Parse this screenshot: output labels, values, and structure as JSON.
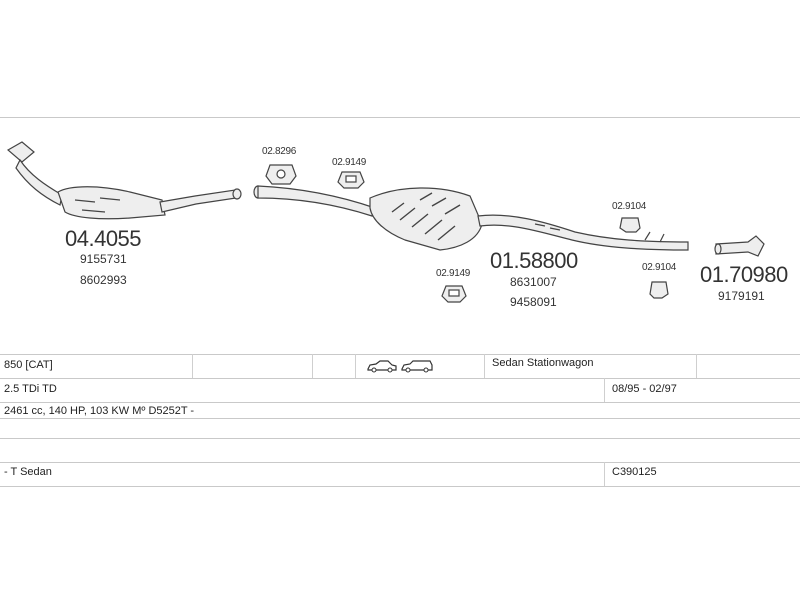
{
  "parts": {
    "catalytic": {
      "code": "04.4055",
      "refs": [
        "9155731",
        "8602993"
      ]
    },
    "clamp_a": {
      "code": "02.8296"
    },
    "mount_a": {
      "code": "02.9149"
    },
    "mount_b": {
      "code": "02.9149"
    },
    "middle_silencer": {
      "code": "01.58800",
      "refs": [
        "8631007",
        "9458091"
      ]
    },
    "mount_c": {
      "code": "02.9104"
    },
    "mount_d": {
      "code": "02.9104"
    },
    "tailpipe": {
      "code": "01.70980",
      "refs": [
        "9179191"
      ]
    }
  },
  "table": {
    "row1": {
      "model": "850  [CAT]",
      "body": "Sedan  Stationwagon",
      "icons": [
        "sedan-car-icon",
        "stationwagon-car-icon"
      ]
    },
    "row2": {
      "engine": "2.5 TDi TD",
      "years": "08/95 - 02/97"
    },
    "row3": {
      "spec": "2461 cc, 140 HP, 103 KW Mº D5252T -"
    },
    "row4": {
      "type": "- T Sedan",
      "ref": "C390125"
    }
  },
  "colors": {
    "line": "#c9c9c9",
    "part_fill": "#eeeeee",
    "part_stroke": "#444444"
  }
}
